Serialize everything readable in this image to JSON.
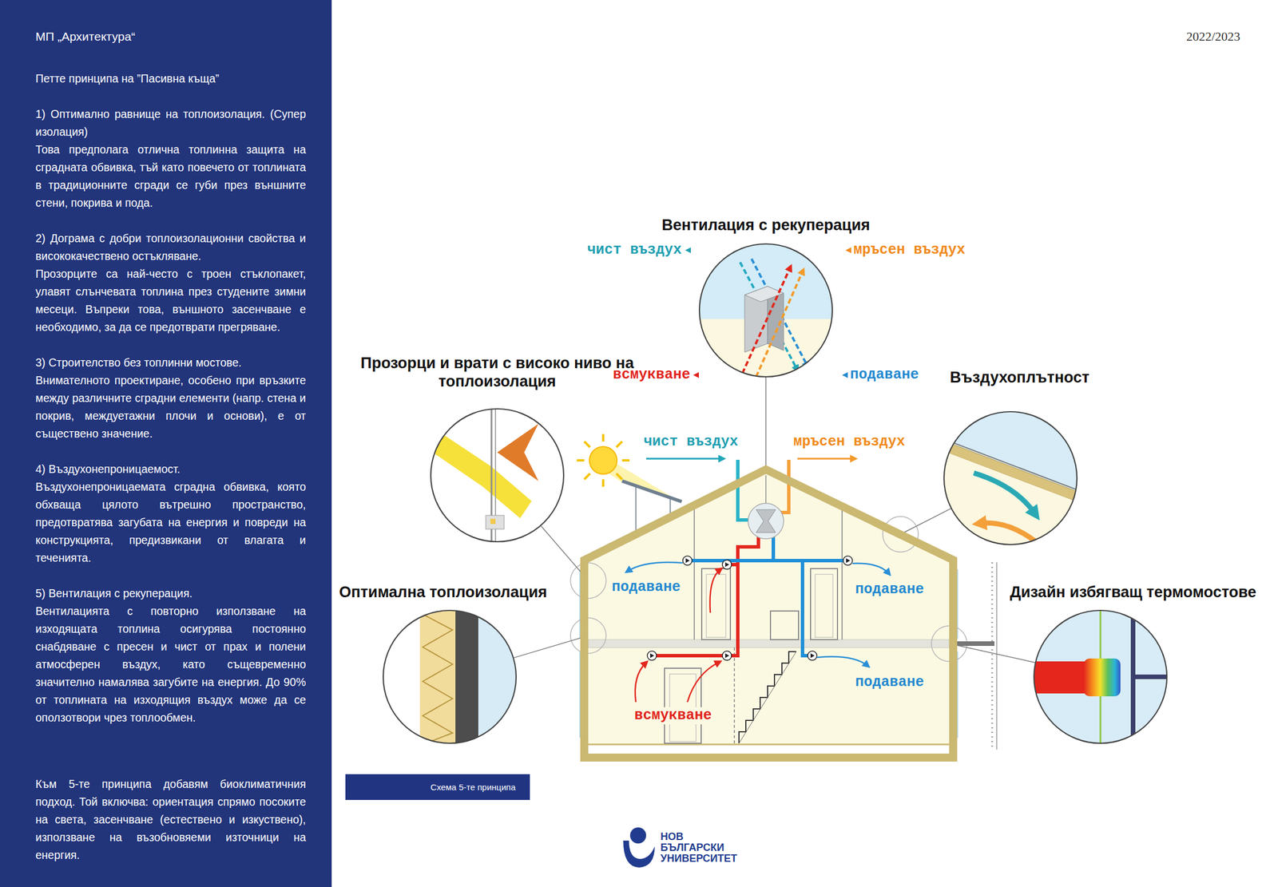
{
  "diagram": {
    "caption": "Схема 5-те принципа",
    "nodes": [
      {
        "text": [
          "МП „Архитектура“",
          "Петте принципа на ”Пасивна къща”",
          "1) Оптимално равнище на топлоизолация. (Супер изолация)",
          "Това предполага отлична топлинна защита на сградната обвивка, тъй като повечето от топлината в традиционните сгради се губи през външните стени, покрива и пода.",
          "2) Дограма с добри топлоизолационни свойства и висококачествено остъкляване.",
          "Прозорците са най-често с троен стъклопакет, улавят слънчевата топлина през студените зимни месеци. Въпреки това, външното засенчване е необходимо, за да се предотврати прегряване.",
          "3) Строителство без топлинни мостове.",
          "Внимателното проектиране, особено при връзките между различните сградни елементи (напр. стена и покрив, междуетажни плочи и основи), е от съществено значение.",
          "4) Въздухонепроницаемост.",
          "Въздухонепроницаемата сградна обвивка, която обхваща цялото вътрешно пространство, предотвратява загубата на енергия и повреди на конструкцията, предизвикани от влагата и теченията.",
          "5) Вентилация с рекуперация.",
          "Вентилацията с повторно използване на изходящата топлина осигурява постоянно снабдяване с пресен и чист от прах и полени атмосферен въздух, като същевременно значително намалява загубите на енергия. До 90% от топлината на изходящия въздух може да се оползотвори чрез топлообмен.",
          "Към 5-те принципа добавям биоклиматичния подход. Той включва: ориентация спрямо посоките на света, засенчване (естествено и изкуствено), използване на възобновяеми източници на енергия."
        ]
      },
      {
        "text": [
          "Вентилация с рекуперация",
          "чист въздух",
          "мръсен въздух",
          "всмукване",
          "подаване"
        ]
      },
      {
        "text": [
          "Прозорци и врати с високо ниво на топлоизолация"
        ]
      },
      {
        "text": [
          "Въздухоплътност"
        ]
      },
      {
        "text": [
          "чист въздух",
          "мръсен въздух",
          "подаване",
          "подаване",
          "подаване",
          "всмукване"
        ]
      },
      {
        "text": [
          "Оптимална топлоизолация"
        ]
      },
      {
        "text": [
          "Дизайн избягващ термомостове"
        ]
      }
    ],
    "edges": [
      {
        "from": 1,
        "to": 4,
        "arrow": "none"
      },
      {
        "from": 2,
        "to": 4,
        "arrow": "none"
      },
      {
        "from": 3,
        "to": 4,
        "arrow": "none"
      },
      {
        "from": 5,
        "to": 4,
        "arrow": "none"
      },
      {
        "from": 6,
        "to": 4,
        "arrow": "none"
      }
    ],
    "labels": [
      "2022/2023",
      "НОВ БЪЛГАРСКИ УНИВЕРСИТЕТ"
    ]
  }
}
